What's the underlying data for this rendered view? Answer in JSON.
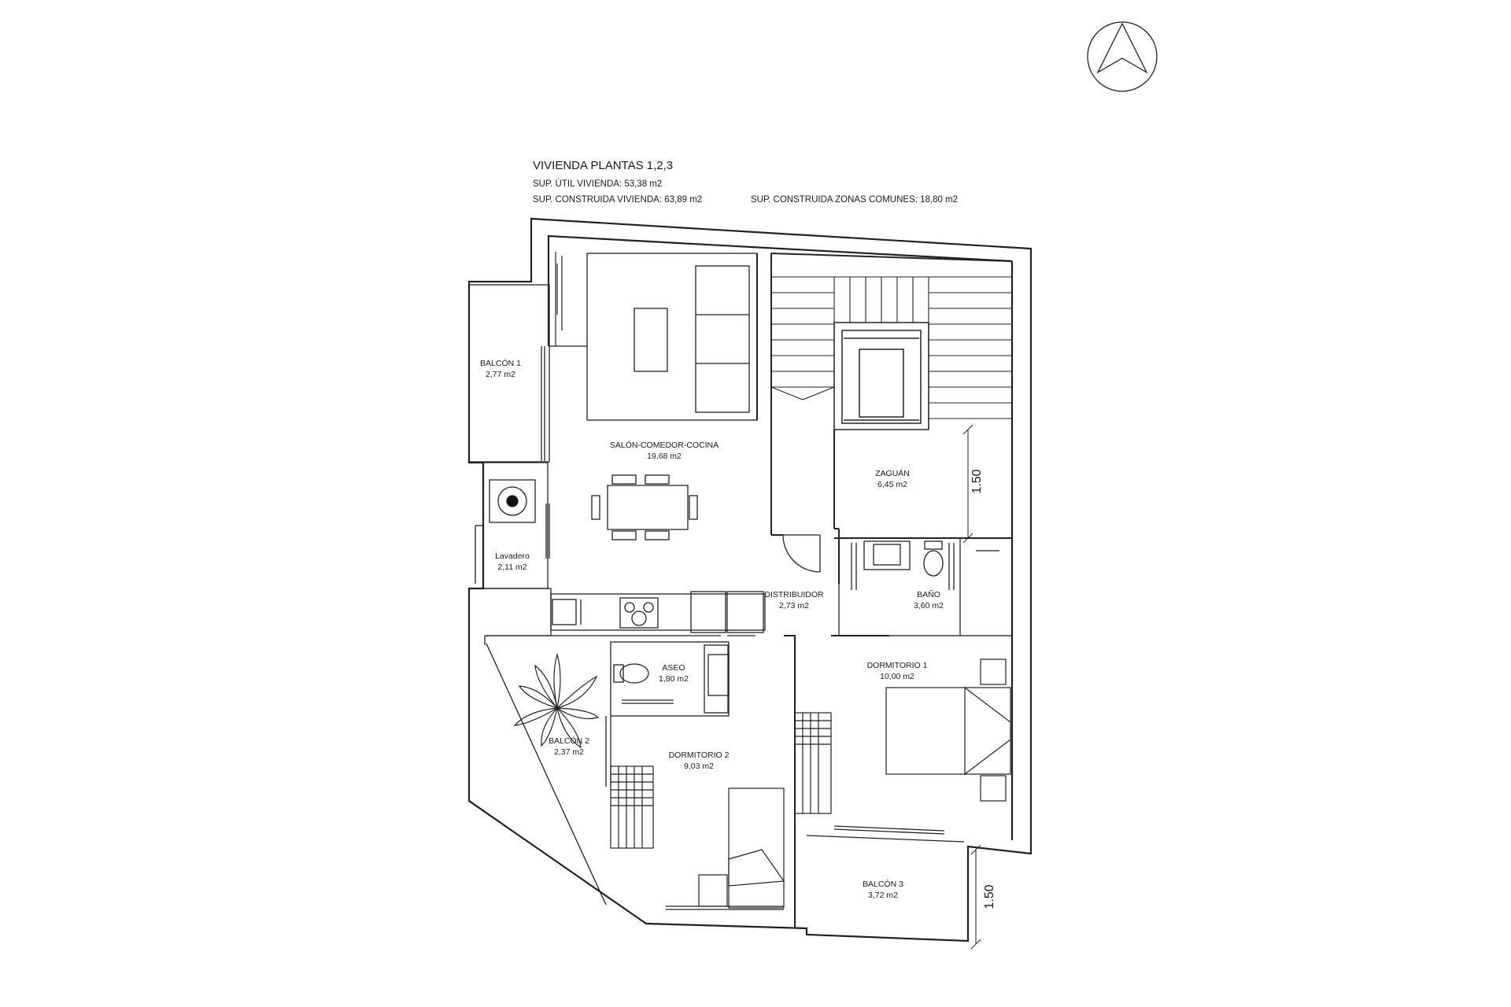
{
  "header": {
    "title": "VIVIENDA PLANTAS 1,2,3",
    "sup_util": "SUP. ÚTIL VIVIENDA: 53,38 m2",
    "sup_construida": "SUP. CONSTRUIDA VIVIENDA: 63,89 m2",
    "sup_comunes": "SUP. CONSTRUIDA ZONAS COMUNES: 18,80 m2"
  },
  "rooms": {
    "balcon1": {
      "name": "BALCÓN 1",
      "area": "2,77 m2"
    },
    "salon": {
      "name": "SALÓN-COMEDOR-COCINA",
      "area": "19,68 m2"
    },
    "lavadero": {
      "name": "Lavadero",
      "area": "2,11 m2"
    },
    "zaguan": {
      "name": "ZAGUÁN",
      "area": "6,45 m2"
    },
    "distribuidor": {
      "name": "DISTRIBUIDOR",
      "area": "2,73 m2"
    },
    "bano": {
      "name": "BAÑO",
      "area": "3,60 m2"
    },
    "aseo": {
      "name": "ASEO",
      "area": "1,80 m2"
    },
    "dormitorio1": {
      "name": "DORMITORIO 1",
      "area": "10,00 m2"
    },
    "balcon2": {
      "name": "BALCÓN 2",
      "area": "2,37 m2"
    },
    "dormitorio2": {
      "name": "DORMITORIO 2",
      "area": "9,03 m2"
    },
    "balcon3": {
      "name": "BALCÓN 3",
      "area": "3,72 m2"
    }
  },
  "dimensions": {
    "zaguan_width": "1.50",
    "balcon3_depth": "1.50"
  },
  "icons": {
    "north": "north-arrow-icon"
  }
}
